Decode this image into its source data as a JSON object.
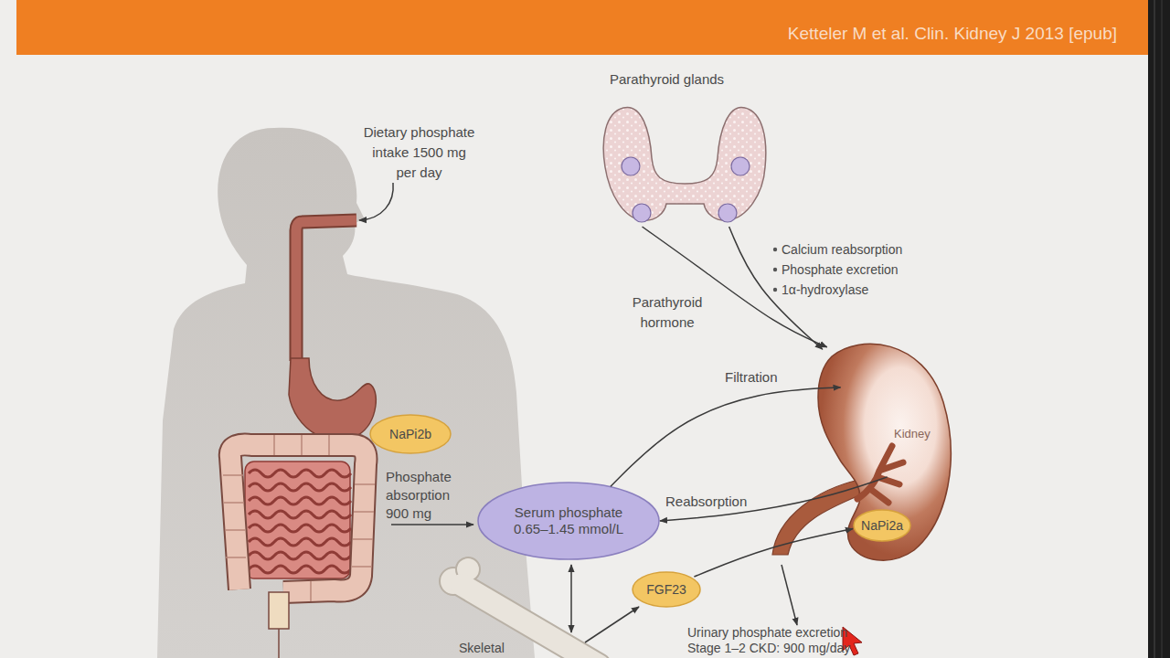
{
  "diagram": {
    "nodes": [
      {
        "text": [
          "Parathyroid glands"
        ]
      },
      {
        "text": [
          "Kidney"
        ]
      },
      {
        "text": [
          "NaPi2a"
        ],
        "in": 1
      },
      {
        "text": [
          "NaPi2b"
        ]
      },
      {
        "text": [
          "Serum phosphate 0.65–1.45 mmol/L"
        ]
      },
      {
        "text": [
          "FGF23"
        ]
      }
    ],
    "edges": [
      {
        "from": 0,
        "to": 1,
        "arrow": "to",
        "label": "Parathyroid hormone"
      },
      {
        "from": 0,
        "to": 1,
        "arrow": "to"
      },
      {
        "from": 4,
        "to": 1,
        "arrow": "to",
        "label": "Filtration"
      },
      {
        "from": 1,
        "to": 4,
        "arrow": "to",
        "label": "Reabsorption"
      },
      {
        "from": 5,
        "to": 2,
        "arrow": "to"
      }
    ],
    "labels": [
      "Ketteler M et al. Clin. Kidney J 2013 [epub]",
      "Dietary phosphate intake 1500 mg per day",
      "Calcium reabsorption",
      "Phosphate excretion",
      "1α-hydroxylase",
      "Phosphate absorption 900 mg",
      "Urinary phosphate excretion",
      "Stage 1–2 CKD: 900 mg/day",
      "Skeletal"
    ]
  }
}
